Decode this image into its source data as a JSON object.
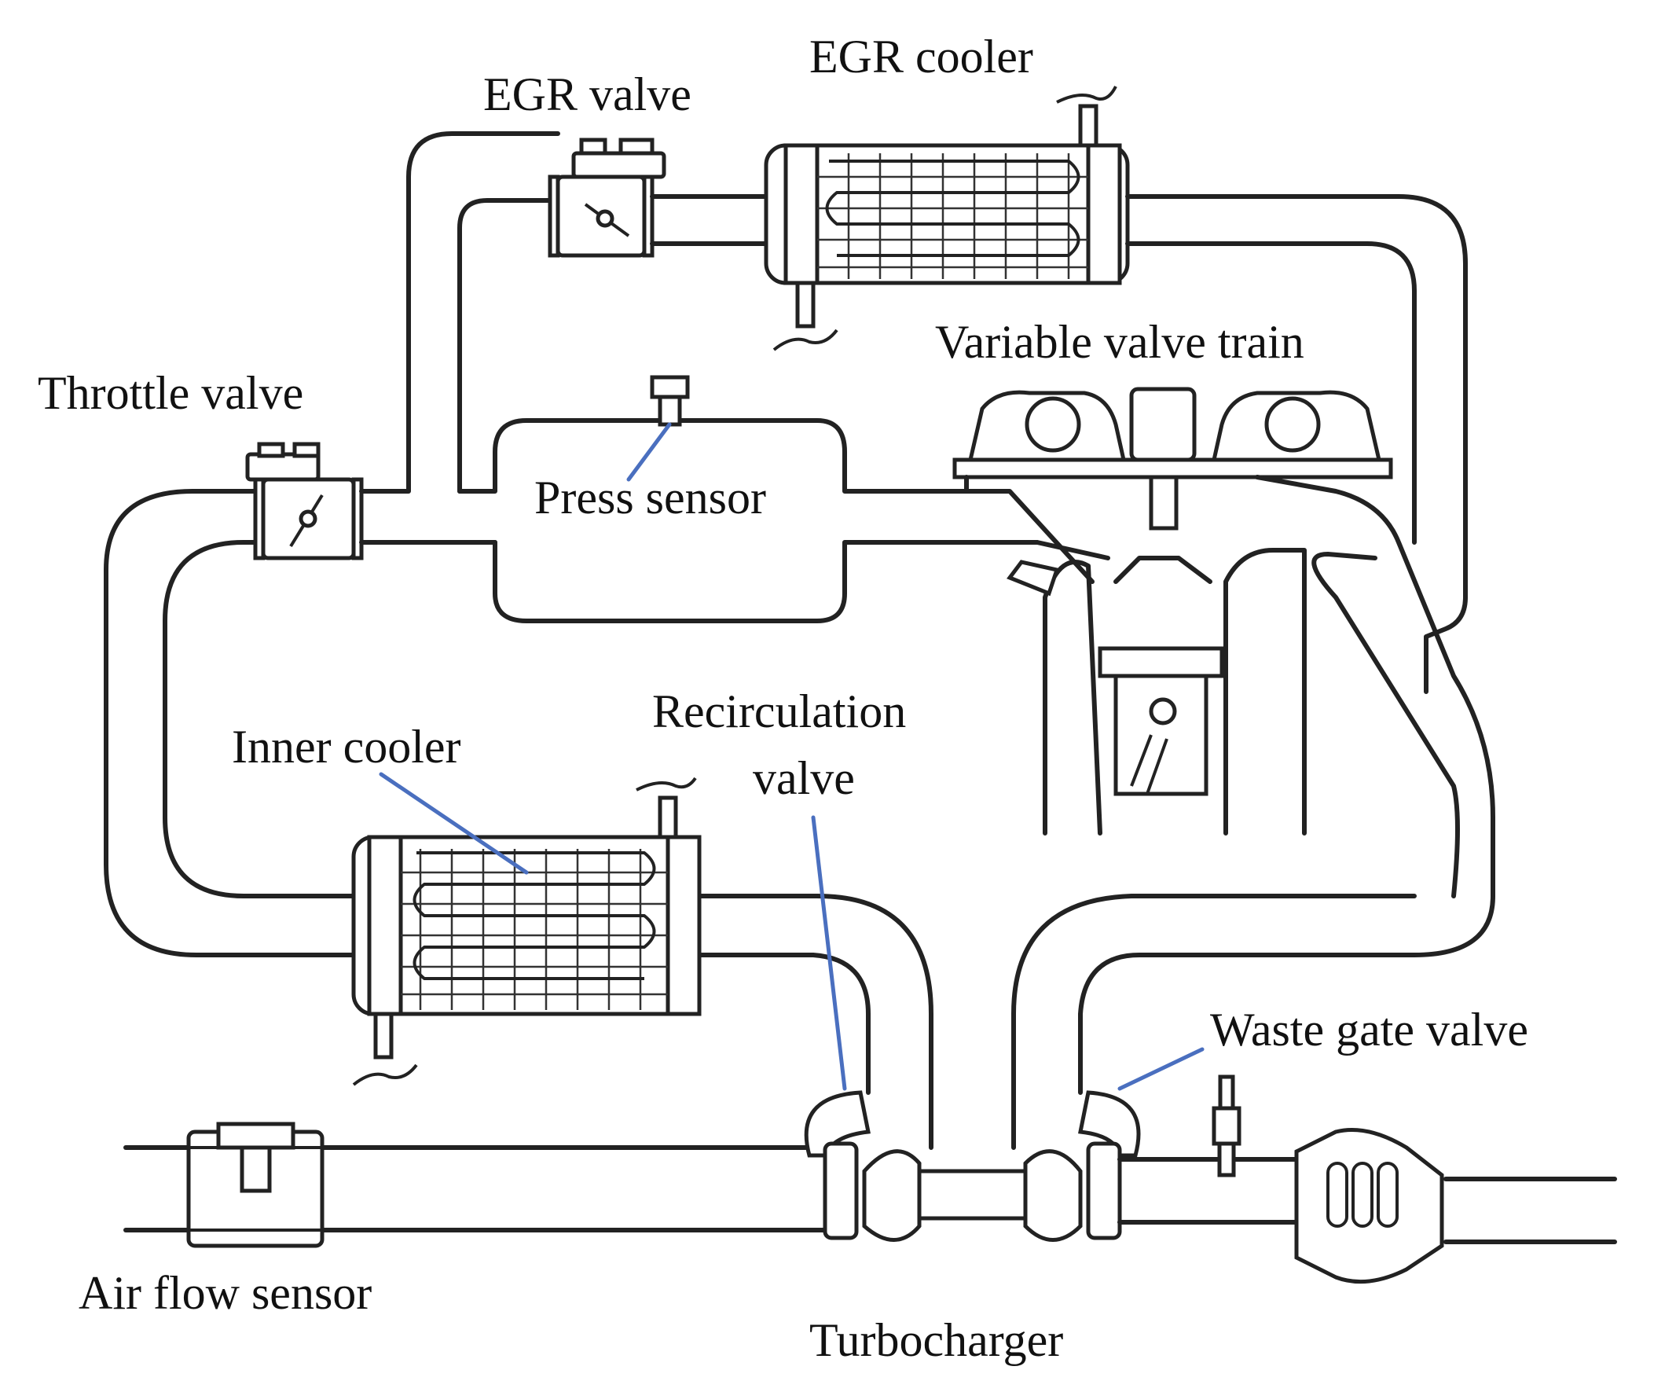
{
  "labels": {
    "egr_valve": "EGR valve",
    "egr_cooler": "EGR cooler",
    "variable_valve_train": "Variable valve train",
    "throttle_valve": "Throttle valve",
    "press_sensor": "Press sensor",
    "recirculation_line1": "Recirculation",
    "recirculation_line2": "valve",
    "inner_cooler": "Inner cooler",
    "waste_gate_valve": "Waste gate valve",
    "air_flow_sensor": "Air flow sensor",
    "turbocharger": "Turbocharger"
  },
  "colors": {
    "leader_line": "#4a6fbf",
    "outline": "#222222",
    "text": "#111111",
    "background": "#ffffff"
  }
}
